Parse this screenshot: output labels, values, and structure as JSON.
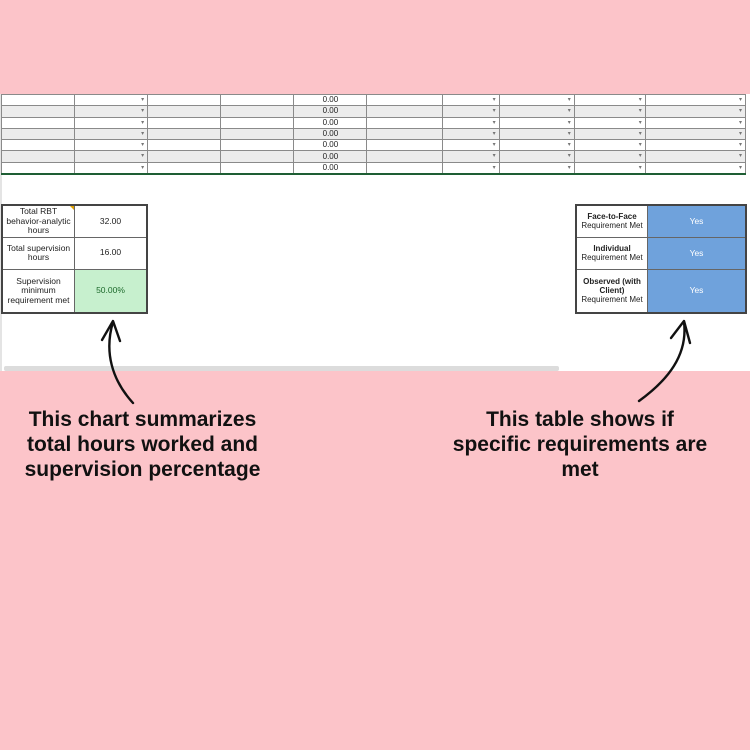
{
  "grid": {
    "rows": [
      {
        "value": "0.00"
      },
      {
        "value": "0.00"
      },
      {
        "value": "0.00"
      },
      {
        "value": "0.00"
      },
      {
        "value": "0.00"
      },
      {
        "value": "0.00"
      },
      {
        "value": "0.00"
      }
    ]
  },
  "summary": {
    "rows": [
      {
        "label": "Total RBT behavior-analytic hours",
        "value": "32.00"
      },
      {
        "label": "Total supervision hours",
        "value": "16.00"
      },
      {
        "label": "Supervision minimum requirement met",
        "value": "50.00%"
      }
    ],
    "highlight_color": "#c7f0ce"
  },
  "requirements": {
    "rows": [
      {
        "label_bold": "Face-to-Face",
        "label_rest": "Requirement Met",
        "value": "Yes"
      },
      {
        "label_bold": "Individual",
        "label_rest": "Requirement Met",
        "value": "Yes"
      },
      {
        "label_bold": "Observed (with Client)",
        "label_rest": "Requirement Met",
        "value": "Yes"
      }
    ],
    "cell_color": "#6fa2dc"
  },
  "captions": {
    "left": "This chart summarizes total hours worked and supervision percentage",
    "right": "This table shows if specific requirements are met"
  },
  "colors": {
    "background": "#fcc4c9",
    "grid_border": "#1e5e34"
  }
}
